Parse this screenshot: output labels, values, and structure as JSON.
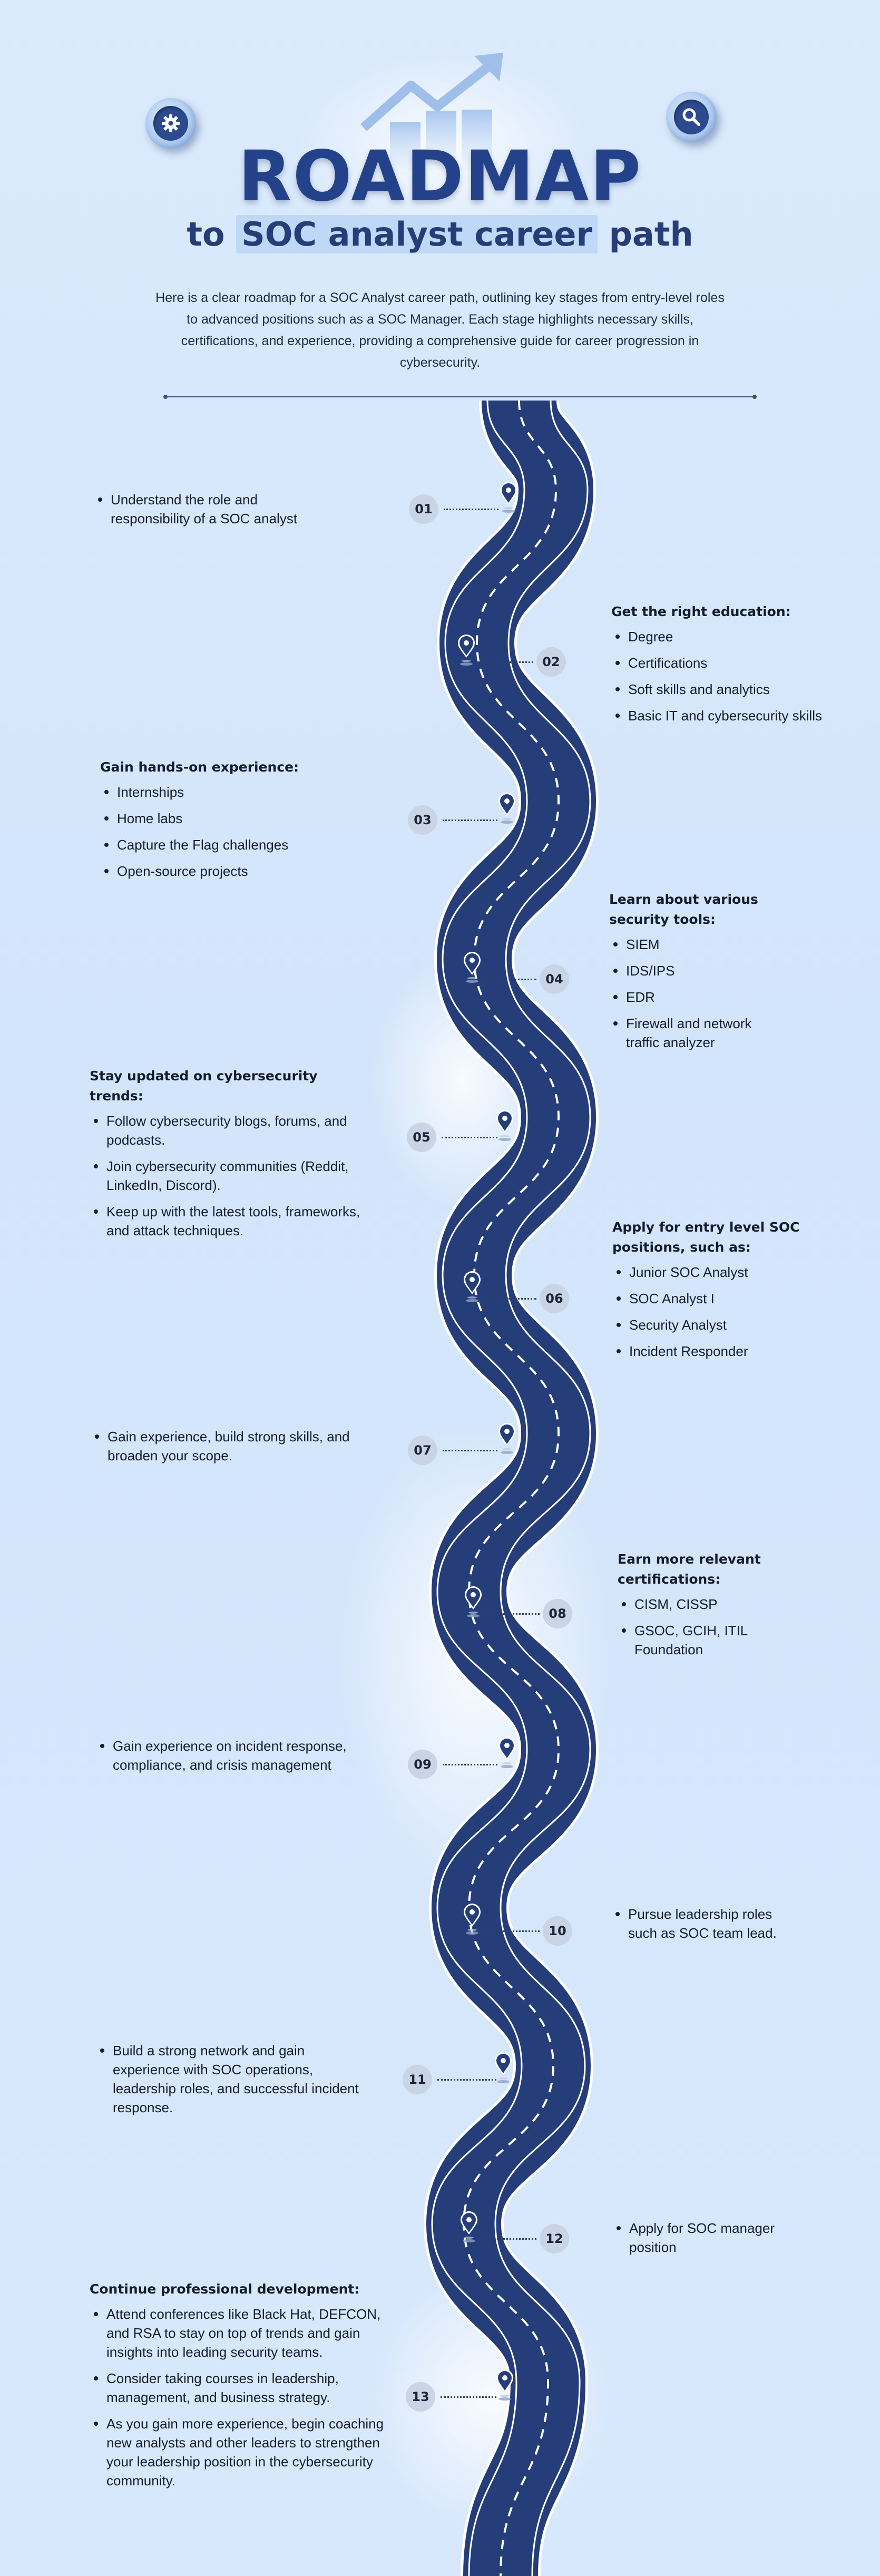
{
  "header": {
    "title": "ROADMAP",
    "subtitle_prefix": "to",
    "subtitle_highlight": "SOC analyst career",
    "subtitle_suffix": "path",
    "intro": "Here is a clear roadmap for a SOC Analyst career path, outlining key stages from entry-level roles to advanced positions such as a SOC Manager. Each stage highlights necessary skills, certifications, and experience, providing a comprehensive guide for career progression in cybersecurity.",
    "left_icon": "gear-icon",
    "right_icon": "magnifier-icon"
  },
  "colors": {
    "background": "#d6e7fb",
    "road": "#253d78",
    "title": "#23428a",
    "number_badge": "#c9d4e4"
  },
  "stages": [
    {
      "number": "01",
      "heading": "",
      "items": [
        "Understand the role and responsibility of a SOC analyst"
      ]
    },
    {
      "number": "02",
      "heading": "Get the right education:",
      "items": [
        "Degree",
        "Certifications",
        "Soft skills and analytics",
        "Basic IT and cybersecurity skills"
      ]
    },
    {
      "number": "03",
      "heading": "Gain hands-on experience:",
      "items": [
        "Internships",
        "Home labs",
        "Capture the Flag challenges",
        "Open-source projects"
      ]
    },
    {
      "number": "04",
      "heading": "Learn about various security tools:",
      "items": [
        "SIEM",
        "IDS/IPS",
        "EDR",
        "Firewall and network traffic analyzer"
      ]
    },
    {
      "number": "05",
      "heading": "Stay updated on cybersecurity trends:",
      "items": [
        "Follow cybersecurity blogs, forums, and podcasts.",
        "Join cybersecurity communities (Reddit, LinkedIn, Discord).",
        "Keep up with the latest tools, frameworks, and attack techniques."
      ]
    },
    {
      "number": "06",
      "heading": "Apply for entry level SOC positions, such as:",
      "items": [
        "Junior SOC Analyst",
        "SOC Analyst I",
        "Security Analyst",
        "Incident Responder"
      ]
    },
    {
      "number": "07",
      "heading": "",
      "items": [
        "Gain experience, build strong skills, and broaden your scope."
      ]
    },
    {
      "number": "08",
      "heading": "Earn more relevant certifications:",
      "items": [
        "CISM, CISSP",
        "GSOC, GCIH, ITIL Foundation"
      ]
    },
    {
      "number": "09",
      "heading": "",
      "items": [
        "Gain experience on incident response, compliance, and crisis management"
      ]
    },
    {
      "number": "10",
      "heading": "",
      "items": [
        "Pursue leadership roles such as SOC team lead."
      ]
    },
    {
      "number": "11",
      "heading": "",
      "items": [
        "Build a strong network and gain experience with SOC operations, leadership roles, and successful incident response."
      ]
    },
    {
      "number": "12",
      "heading": "",
      "items": [
        "Apply for SOC manager position"
      ]
    },
    {
      "number": "13",
      "heading": "Continue professional development:",
      "items": [
        "Attend conferences like Black Hat, DEFCON, and RSA to stay on top of trends and gain insights into leading security teams.",
        "Consider taking courses in leadership, management, and business strategy.",
        "As you gain more experience, begin coaching new analysts and other leaders to strengthen your leadership position in the cybersecurity community."
      ]
    }
  ]
}
